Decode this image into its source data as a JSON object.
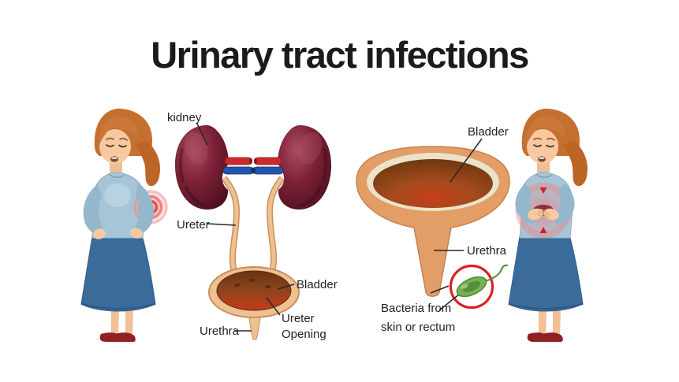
{
  "title": "Urinary tract infections",
  "anatomy_diagram": {
    "labels": {
      "kidney": "kidney",
      "ureter": "Ureter",
      "bladder": "Bladder",
      "ureter_opening": [
        "Ureter",
        "Opening"
      ],
      "urethra": "Urethra"
    }
  },
  "bladder_diagram": {
    "labels": {
      "bladder": "Bladder",
      "urethra": "Urethra",
      "bacteria_source": [
        "Bacteria from",
        "skin or rectum"
      ]
    }
  },
  "icons": {
    "pain_target": "concentric-red-rings",
    "pain_glow": "radial-red-glow-with-arrows",
    "bacterium": "green-capsule-with-flagellum",
    "bacteria_highlight": "red-outline-circle"
  },
  "colors": {
    "title_text": "#1d1a1b",
    "label_text": "#231f20",
    "kidney_dark": "#4a0d1f",
    "kidney_mid": "#7c2136",
    "renal_artery_red": "#ce2a2d",
    "renal_vein_blue": "#2355ad",
    "ureter_tan": "#eec194",
    "ureter_outline": "#c9905d",
    "bladder_wall_tan": "#eec193",
    "bladder_interior_brown": "#8a451c",
    "bladder_interior_red": "#b83c1a",
    "funnel_outer_tan": "#e29e66",
    "funnel_inner_cream": "#ebe2ca",
    "bacteria_green": "#79b055",
    "alert_red": "#dc2027",
    "pain_glow_red": "#ef6a6a",
    "hair_orange": "#c4702f",
    "skin": "#f6c9a0",
    "blouse_blue": "#a6c6d8",
    "skirt_blue": "#3a6b99",
    "shoe_maroon": "#8e2026"
  }
}
